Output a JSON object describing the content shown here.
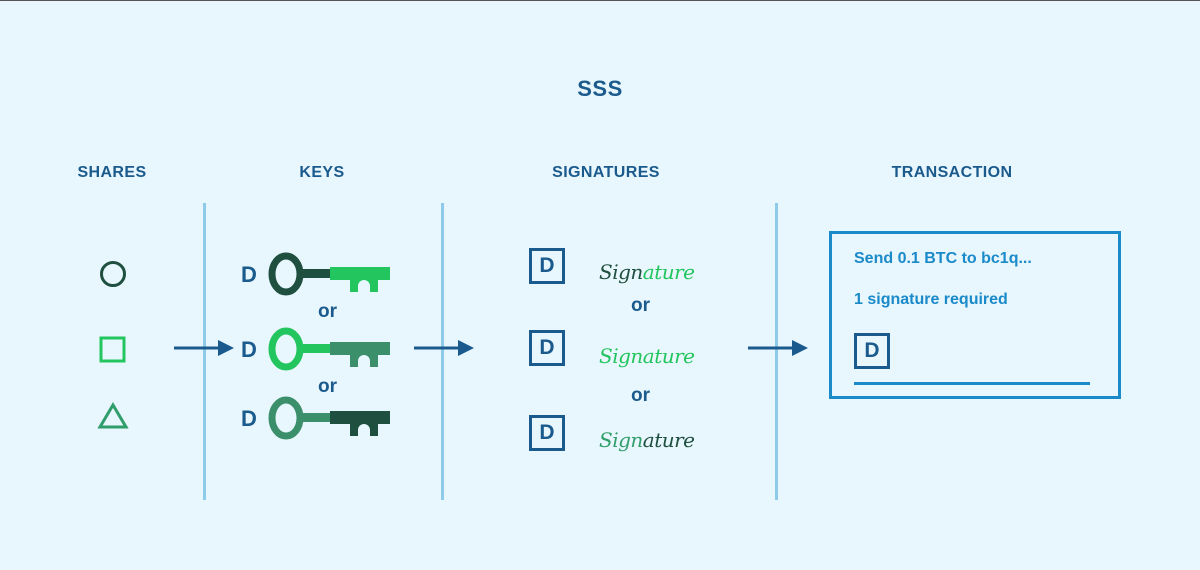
{
  "title": "SSS",
  "columns": {
    "shares": "SHARES",
    "keys": "KEYS",
    "signatures": "SIGNATURES",
    "transaction": "TRANSACTION"
  },
  "shares": [
    {
      "shape": "circle-icon",
      "color": "#1f4f3f"
    },
    {
      "shape": "square-icon",
      "color": "#22c55e"
    },
    {
      "shape": "triangle-icon",
      "color": "#2f9e6a"
    }
  ],
  "keys": [
    {
      "letter": "D",
      "bow_color": "#1f4f3f",
      "blade_color": "#22c55e"
    },
    {
      "letter": "D",
      "bow_color": "#22c55e",
      "blade_color": "#3b8f6a"
    },
    {
      "letter": "D",
      "bow_color": "#3b8f6a",
      "blade_color": "#1f4f3f"
    }
  ],
  "or_label": "or",
  "signatures": [
    {
      "box": "D",
      "part1": "Sign",
      "part2": "ature",
      "color1": "#1f4f3f",
      "color2": "#22c55e"
    },
    {
      "box": "D",
      "part1": "Sign",
      "part2": "ature",
      "color1": "#22c55e",
      "color2": "#22c55e"
    },
    {
      "box": "D",
      "part1": "Sign",
      "part2": "ature",
      "color1": "#2f9e6a",
      "color2": "#1f4f3f"
    }
  ],
  "transaction": {
    "line1": "Send 0.1 BTC to bc1q...",
    "line2": "1 signature required",
    "box": "D"
  },
  "colors": {
    "background": "#e8f6fd",
    "navy": "#1a5a8c",
    "accent_blue": "#1a8ac9",
    "divider": "#8ecbea"
  }
}
